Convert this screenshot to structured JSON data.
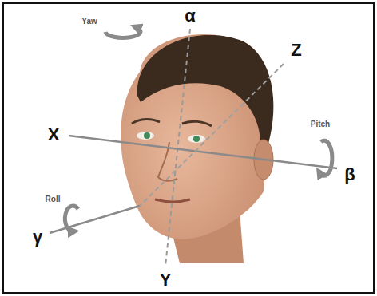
{
  "diagram": {
    "labels": [
      "Yaw",
      "α",
      "Z",
      "X",
      "Pitch",
      "β",
      "Roll",
      "γ",
      "Y"
    ]
  }
}
